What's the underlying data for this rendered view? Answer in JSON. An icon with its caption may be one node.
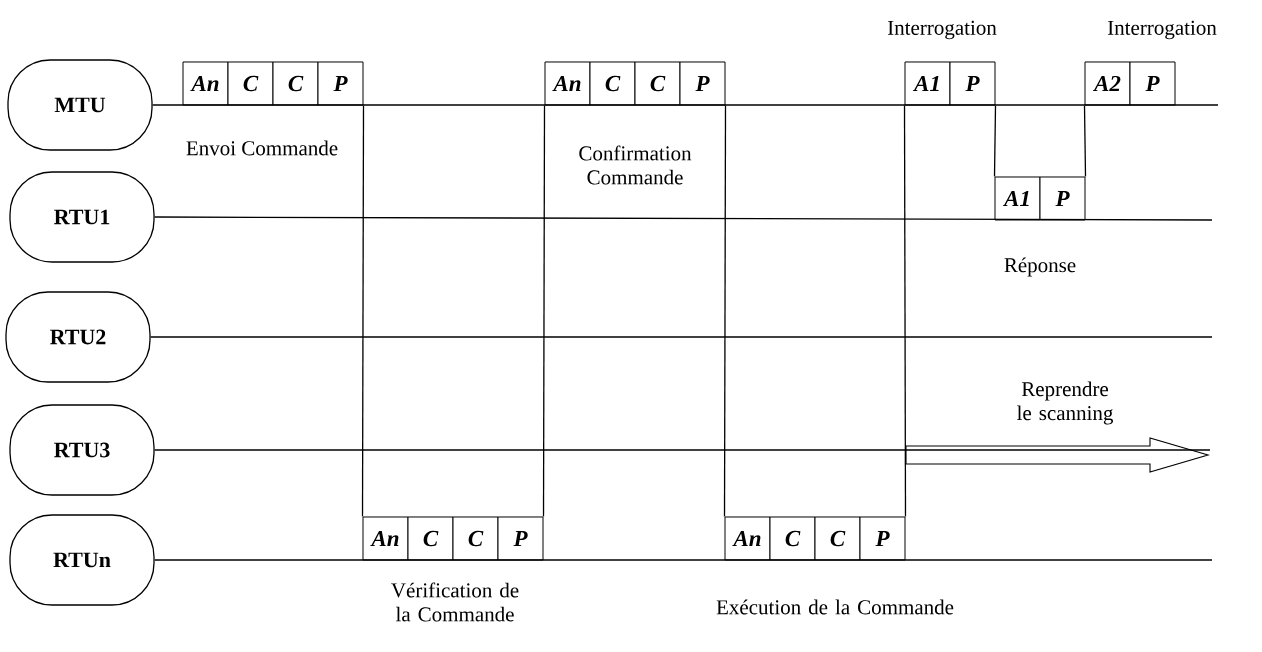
{
  "diagram": {
    "nodes": [
      {
        "text": [
          "MTU"
        ]
      },
      {
        "text": [
          "RTU1"
        ]
      },
      {
        "text": [
          "RTU2"
        ]
      },
      {
        "text": [
          "RTU3"
        ]
      },
      {
        "text": [
          "RTUn"
        ]
      },
      {
        "text": [
          "An"
        ]
      },
      {
        "text": [
          "C"
        ]
      },
      {
        "text": [
          "C"
        ]
      },
      {
        "text": [
          "P"
        ]
      },
      {
        "text": [
          "An"
        ]
      },
      {
        "text": [
          "C"
        ]
      },
      {
        "text": [
          "C"
        ]
      },
      {
        "text": [
          "P"
        ]
      },
      {
        "text": [
          "An"
        ]
      },
      {
        "text": [
          "C"
        ]
      },
      {
        "text": [
          "C"
        ]
      },
      {
        "text": [
          "P"
        ]
      },
      {
        "text": [
          "An"
        ]
      },
      {
        "text": [
          "C"
        ]
      },
      {
        "text": [
          "C"
        ]
      },
      {
        "text": [
          "P"
        ]
      },
      {
        "text": [
          "A1"
        ]
      },
      {
        "text": [
          "P"
        ]
      },
      {
        "text": [
          "A1"
        ]
      },
      {
        "text": [
          "P"
        ]
      },
      {
        "text": [
          "A2"
        ]
      },
      {
        "text": [
          "P"
        ]
      }
    ],
    "edges": [
      {
        "from": 0,
        "to": null,
        "arrow": "none"
      },
      {
        "from": 1,
        "to": null,
        "arrow": "none"
      },
      {
        "from": 2,
        "to": null,
        "arrow": "none"
      },
      {
        "from": 3,
        "to": null,
        "arrow": "none"
      },
      {
        "from": 4,
        "to": null,
        "arrow": "none"
      },
      {
        "from": 8,
        "to": 9,
        "arrow": "none"
      },
      {
        "from": 12,
        "to": 13,
        "arrow": "none"
      },
      {
        "from": 16,
        "to": 17,
        "arrow": "none"
      },
      {
        "from": 20,
        "to": 21,
        "arrow": "none"
      },
      {
        "from": 22,
        "to": 23,
        "arrow": "none"
      },
      {
        "from": 24,
        "to": 25,
        "arrow": "none"
      }
    ],
    "labels": [
      "Interrogation",
      "Interrogation",
      "Envoi Commande",
      "Confirmation Commande",
      "Réponse",
      "Reprendre le scanning",
      "Vérification de la Commande",
      "Exécution de la Commande"
    ]
  }
}
